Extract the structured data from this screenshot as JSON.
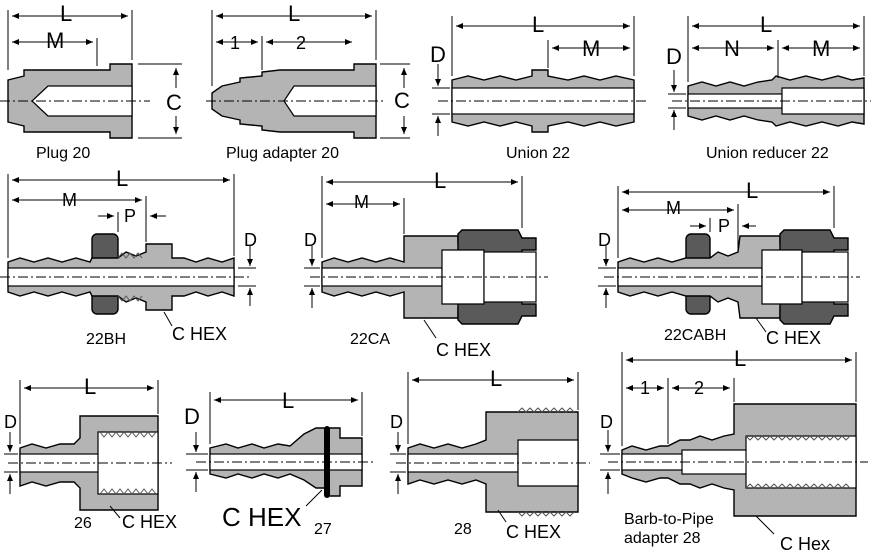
{
  "fittings": [
    {
      "id": "plug-20",
      "caption": "Plug 20",
      "dims": {
        "L": "L",
        "M": "M",
        "C": "C"
      }
    },
    {
      "id": "plug-adapter-20",
      "caption": "Plug adapter 20",
      "dims": {
        "L": "L",
        "one": "1",
        "two": "2",
        "C": "C"
      }
    },
    {
      "id": "union-22",
      "caption": "Union 22",
      "dims": {
        "L": "L",
        "M": "M",
        "D": "D"
      }
    },
    {
      "id": "union-reducer-22",
      "caption": "Union reducer 22",
      "dims": {
        "L": "L",
        "N": "N",
        "M": "M",
        "D": "D"
      }
    },
    {
      "id": "22bh",
      "caption": "22BH",
      "hex": "C HEX",
      "dims": {
        "L": "L",
        "M": "M",
        "P": "P",
        "D": "D"
      }
    },
    {
      "id": "22ca",
      "caption": "22CA",
      "hex": "C HEX",
      "dims": {
        "L": "L",
        "M": "M",
        "D": "D"
      }
    },
    {
      "id": "22cabh",
      "caption": "22CABH",
      "hex": "C HEX",
      "dims": {
        "L": "L",
        "M": "M",
        "P": "P",
        "D": "D"
      }
    },
    {
      "id": "26",
      "caption": "26",
      "hex": "C HEX",
      "dims": {
        "L": "L",
        "D": "D"
      }
    },
    {
      "id": "27",
      "caption": "27",
      "hex": "C HEX",
      "dims": {
        "L": "L",
        "D": "D"
      }
    },
    {
      "id": "28",
      "caption": "28",
      "hex": "C HEX",
      "dims": {
        "L": "L",
        "D": "D"
      }
    },
    {
      "id": "barb-to-pipe-28",
      "caption_line1": "Barb-to-Pipe",
      "caption_line2": "adapter 28",
      "hex": "C Hex",
      "dims": {
        "L": "L",
        "one": "1",
        "two": "2",
        "D": "D"
      }
    }
  ],
  "colors": {
    "body": "#b4b4b4",
    "dark_part": "#5a5a5a",
    "bore": "#ffffff",
    "line": "#000000"
  }
}
